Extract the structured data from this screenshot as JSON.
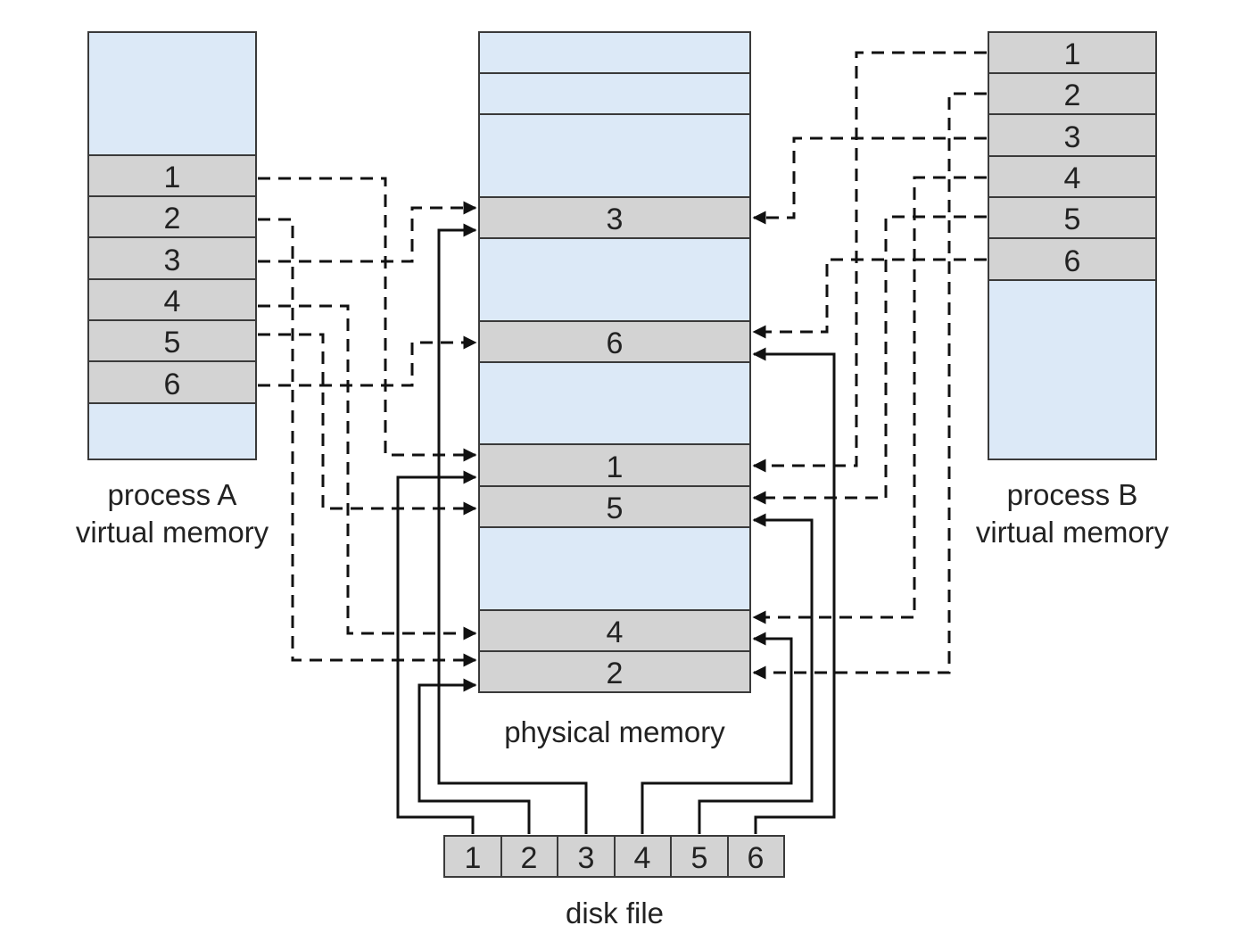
{
  "process_a": {
    "caption_line1": "process A",
    "caption_line2": "virtual memory",
    "pages": [
      "1",
      "2",
      "3",
      "4",
      "5",
      "6"
    ]
  },
  "process_b": {
    "caption_line1": "process B",
    "caption_line2": "virtual memory",
    "pages": [
      "1",
      "2",
      "3",
      "4",
      "5",
      "6"
    ]
  },
  "physical_memory": {
    "caption": "physical memory",
    "frames": [
      "3",
      "6",
      "1",
      "5",
      "4",
      "2"
    ]
  },
  "disk_file": {
    "caption": "disk file",
    "blocks": [
      "1",
      "2",
      "3",
      "4",
      "5",
      "6"
    ]
  },
  "colors": {
    "free_region": "#dce9f7",
    "page_block": "#d3d3d3",
    "line": "#111111"
  }
}
